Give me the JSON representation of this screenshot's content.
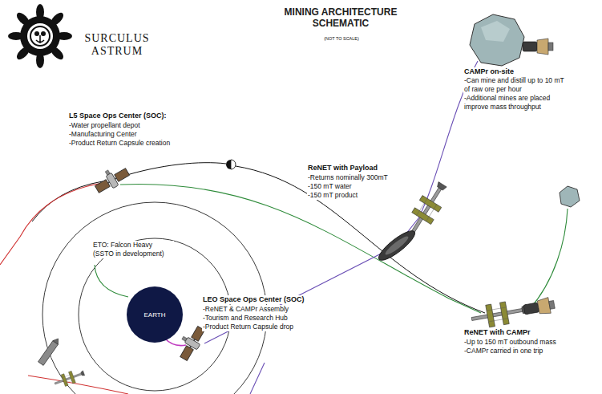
{
  "diagram": {
    "title": "MINING ARCHITECTURE SCHEMATIC",
    "nodes": [
      {
        "text": [
          "EARTH"
        ]
      }
    ],
    "labels": [
      "SURCULUS ASTRUM",
      "(NOT TO SCALE)",
      "L5 Space Ops Center (SOC):",
      "-Water propellant depot",
      "-Manufacturing Center",
      "-Product Return Capsule creation",
      "CAMPr on-site",
      "-Can mine and distill up to 10 mT of raw ore per hour",
      "-Additional mines are placed improve mass throughput",
      "ReNET with Payload",
      "-Returns nominally 300mT",
      "-150 mT water",
      "-150 mT product",
      "ETO: Falcon Heavy (SSTO in development)",
      "LEO Space Ops Center (SOC)",
      "-ReNET & CAMPr Assembly",
      "-Tourism and Research Hub",
      "-Product Return Capsule drop",
      "ReNET with CAMPr",
      "-Up to 150 mT outbound mass",
      "-CAMPr carried in one trip"
    ]
  }
}
